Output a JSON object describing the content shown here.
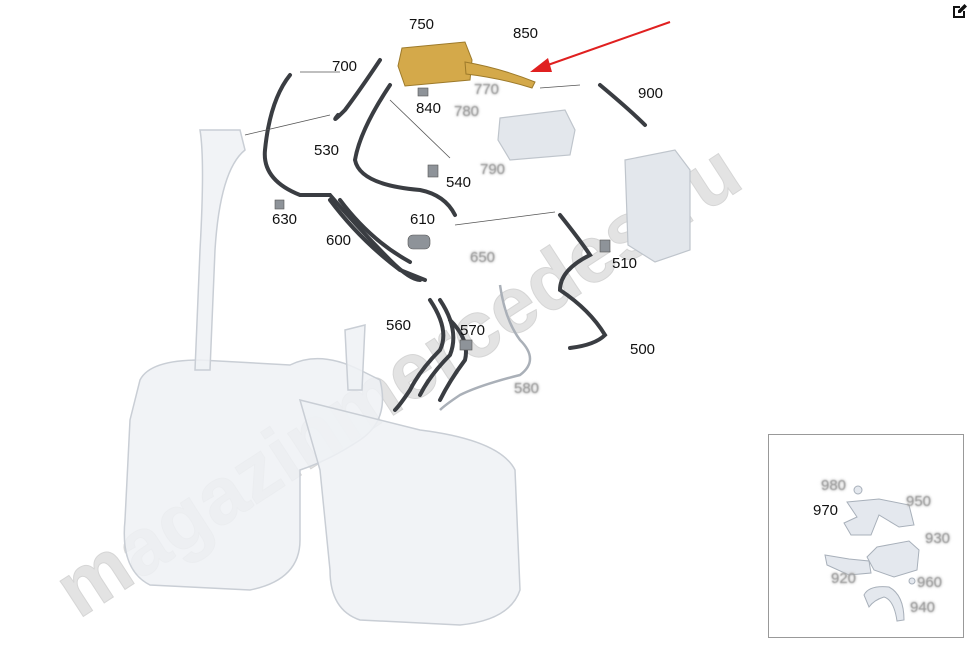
{
  "watermark": "magazinmercedes.ru",
  "icons": {
    "edit": "edit-icon",
    "arrow": "red-arrow-indicator"
  },
  "colors": {
    "highlight_part": "#d4a94a",
    "arrow": "#e02020",
    "hose": "#3a3d42",
    "ghost_part": "#dde2e8"
  },
  "main_labels": {
    "l750": "750",
    "l850": "850",
    "l700": "700",
    "l900": "900",
    "l770": "770",
    "l780": "780",
    "l840": "840",
    "l530": "530",
    "l790": "790",
    "l540": "540",
    "l630": "630",
    "l610": "610",
    "l600": "600",
    "l650": "650",
    "l510": "510",
    "l560": "560",
    "l570": "570",
    "l500": "500",
    "l580": "580"
  },
  "inset_labels": {
    "l980": "980",
    "l970": "970",
    "l950": "950",
    "l930": "930",
    "l920": "920",
    "l960": "960",
    "l940": "940"
  }
}
